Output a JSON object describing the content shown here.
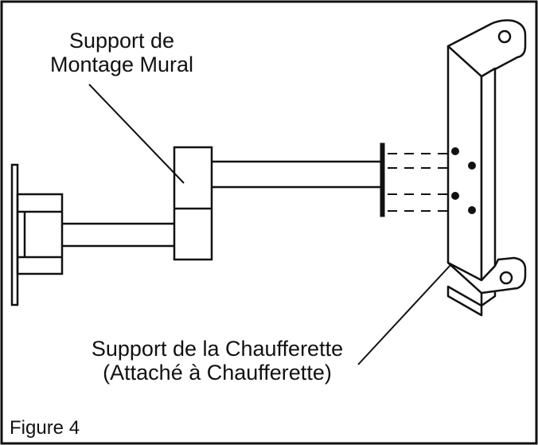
{
  "labels": {
    "wall_mount": {
      "line1": "Support de",
      "line2": "Montage Mural"
    },
    "heater_bracket": {
      "line1": "Support de la Chaufferette",
      "line2": "(Attaché à Chaufferette)"
    },
    "figure": "Figure 4"
  },
  "colors": {
    "ink": "#111111",
    "background": "#ffffff"
  }
}
